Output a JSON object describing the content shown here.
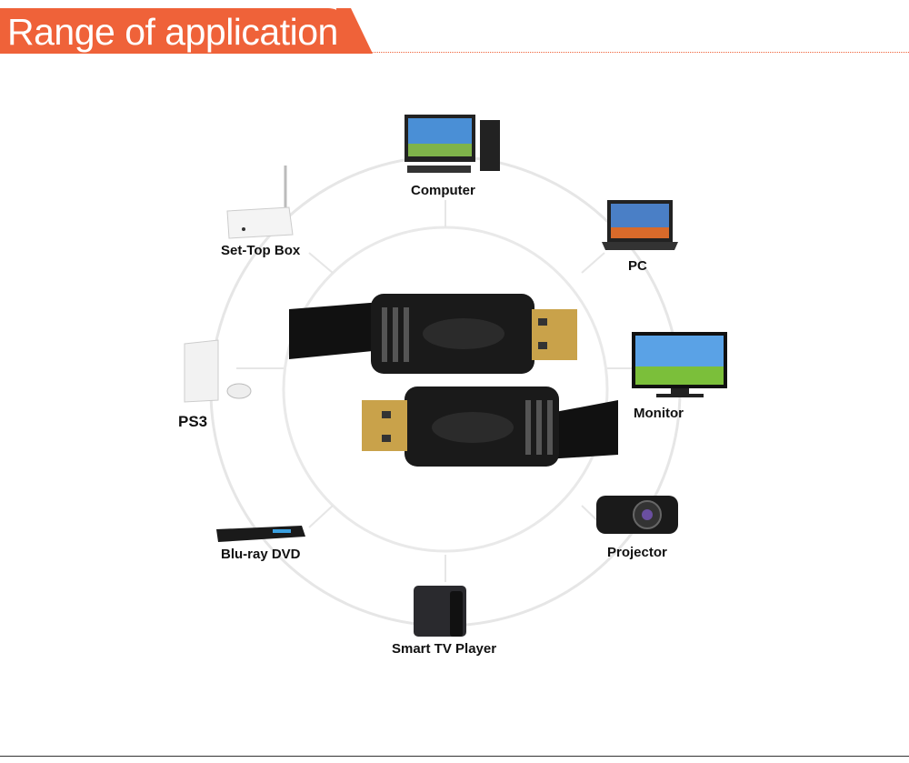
{
  "header": {
    "title": "Range of application",
    "accent_color": "#ef6239"
  },
  "devices": [
    {
      "label": "Computer",
      "icon": "desktop-computer-icon"
    },
    {
      "label": "PC",
      "icon": "laptop-icon"
    },
    {
      "label": "Monitor",
      "icon": "monitor-icon"
    },
    {
      "label": "Projector",
      "icon": "projector-icon"
    },
    {
      "label": "Smart TV Player",
      "icon": "tv-box-icon"
    },
    {
      "label": "Blu-ray DVD",
      "icon": "bluray-player-icon"
    },
    {
      "label": "PS3",
      "icon": "game-console-icon"
    },
    {
      "label": "Set-Top Box",
      "icon": "set-top-box-icon"
    }
  ],
  "center": {
    "icon": "hdmi-cable-icon"
  }
}
